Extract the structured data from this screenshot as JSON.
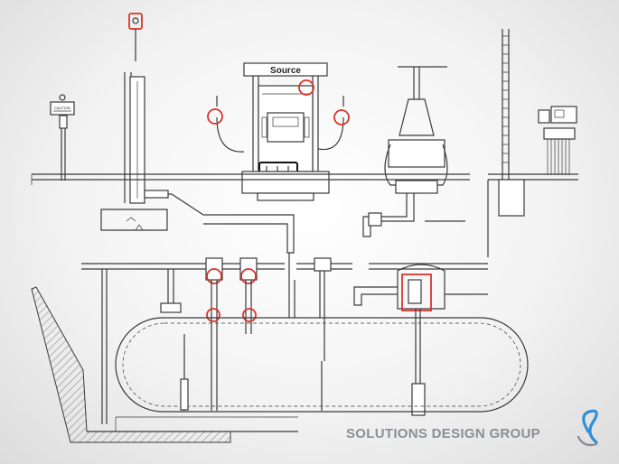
{
  "dispenser": {
    "brand_label": "Source"
  },
  "caution_sign": {
    "label": "CAUTION"
  },
  "footer": {
    "brand_name": "SOLUTIONS DESIGN GROUP"
  },
  "colors": {
    "highlight_red": "#d9342b",
    "line": "#3a3a3a",
    "brand_gray": "#8a8f96",
    "logo_blue": "#2f8fd8"
  },
  "icons": {
    "logo": "s-swirl-logo"
  }
}
